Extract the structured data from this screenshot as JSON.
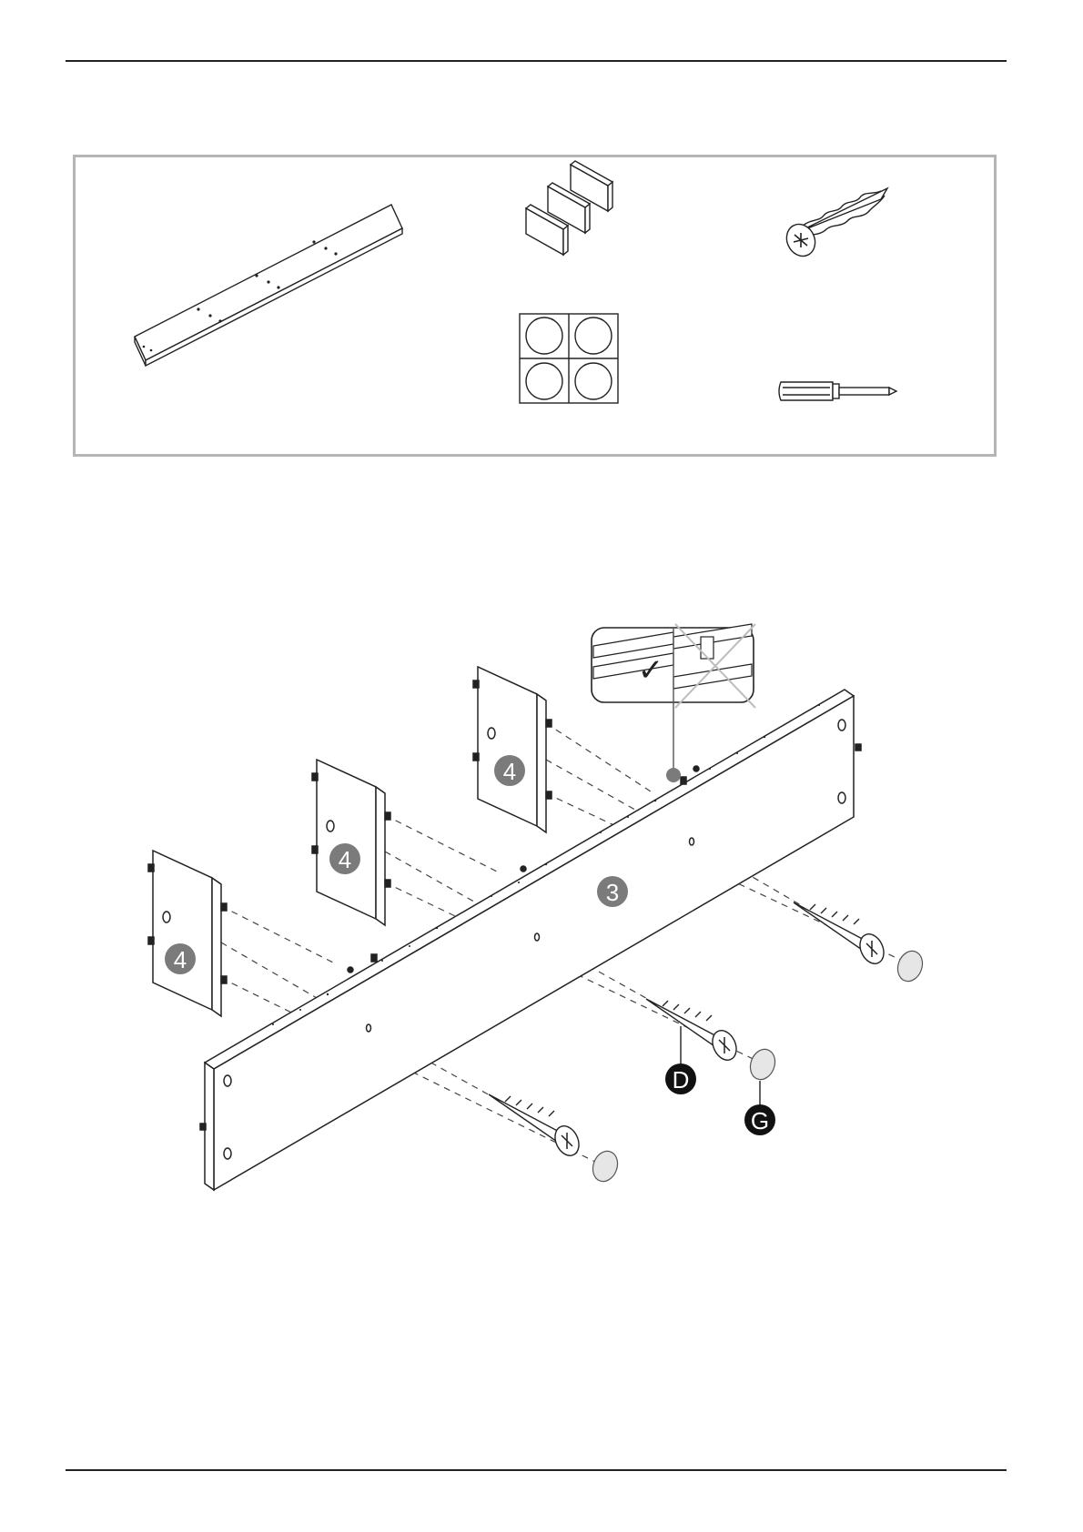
{
  "diagram": {
    "parts_box": {
      "items": [
        "panel",
        "dowels",
        "screw",
        "caps",
        "screwdriver"
      ]
    },
    "labels": {
      "shelf": "3",
      "divider_1": "4",
      "divider_2": "4",
      "divider_3": "4",
      "screw": "D",
      "cap": "G"
    },
    "inset": {
      "correct_mark": "✓"
    },
    "colors": {
      "line": "#222222",
      "badge_grey": "#7b7b7b",
      "badge_black": "#111111",
      "box_border": "#b5b5b5",
      "cap_fill": "#e6e6e6",
      "cross": "#bdbdbd"
    }
  }
}
